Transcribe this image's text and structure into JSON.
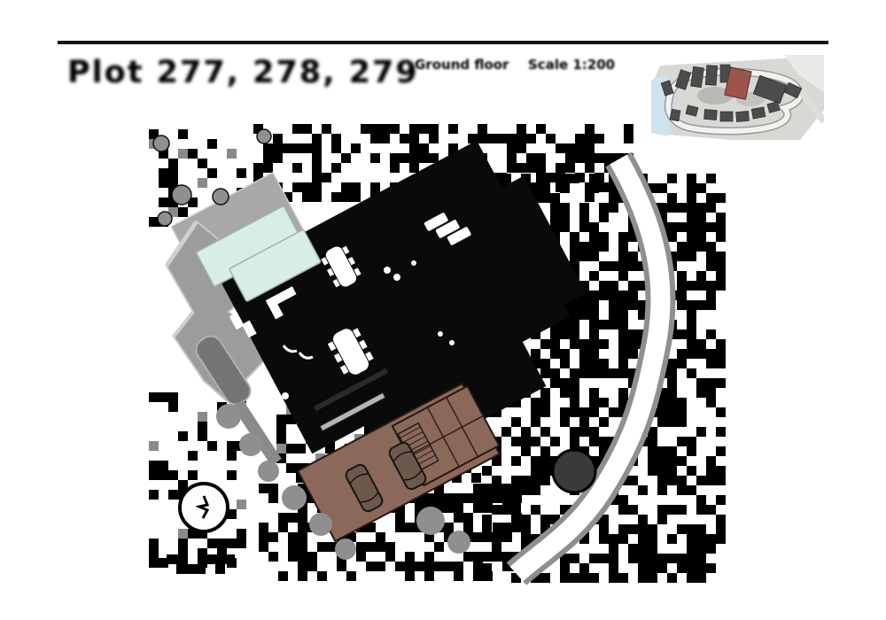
{
  "header": {
    "title": "Plot 277, 278, 279",
    "annotations": [
      "Ground floor",
      "Scale 1:200"
    ]
  },
  "key_map": {
    "description": "development-location-key-map",
    "colors": {
      "ground": "#d8d8d4",
      "water": "#cfe3ed",
      "road": "#f2f2ef",
      "road_edge": "#9a9a9a",
      "building": "#4c4c4c",
      "highlight": "#9d544b"
    }
  },
  "site_plan": {
    "description": "villa-site-plan-drawing",
    "colors": {
      "vegetation": "#000000",
      "terrace": "#9c9c9c",
      "deck": "#a8a8a8",
      "trim": "#cfcfcf",
      "pool": "#d9ede8",
      "pool_edge": "#9ab5ae",
      "roof": "#0a0a0a",
      "floor": "#8a685a",
      "floor_line": "#30201a",
      "car": "#6d594c",
      "road": "#ffffff",
      "road_edge": "#8f8f8f",
      "canopy": "#8f8f8f",
      "spa": "#747474",
      "furniture": "#ffffff"
    }
  }
}
